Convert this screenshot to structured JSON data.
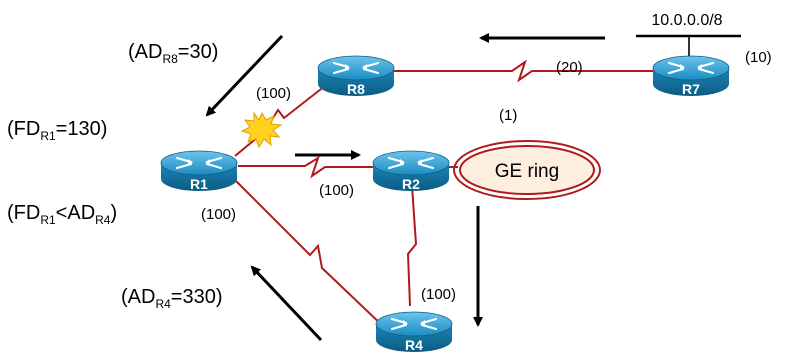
{
  "routers": [
    {
      "id": "r1",
      "label": "R1"
    },
    {
      "id": "r2",
      "label": "R2"
    },
    {
      "id": "r4",
      "label": "R4"
    },
    {
      "id": "r7",
      "label": "R7"
    },
    {
      "id": "r8",
      "label": "R8"
    }
  ],
  "network": {
    "prefix": "10.0.0.0/8",
    "cost": "(10)"
  },
  "ring": {
    "label": "GE ring",
    "cost": "(1)"
  },
  "link_costs": {
    "r7_r8": "(20)",
    "r8_r1": "(100)",
    "r1_r2": "(100)",
    "r1_r4": "(100)",
    "r2_r4": "(100)"
  },
  "annotations": {
    "ad_r8": {
      "pre": "(AD",
      "sub": "R8",
      "post": "=30)"
    },
    "fd_r1": {
      "pre": "(FD",
      "sub": "R1",
      "post": "=130)"
    },
    "fd_lt_ad": {
      "pre": "(FD",
      "sub1": "R1",
      "mid": "<AD",
      "sub2": "R4",
      "post": ")"
    },
    "ad_r4": {
      "pre": "(AD",
      "sub": "R4",
      "post": "=330)"
    }
  },
  "colors": {
    "link": "#b01a1a",
    "router_body": "#1d8fc4",
    "router_dark": "#0f5f86",
    "ring": "#b01a1a",
    "ring_fill": "#fdeede",
    "failure_burst": "#ffd21f"
  },
  "icons": [
    "router-icon",
    "failure-burst-icon",
    "arrow-icon"
  ]
}
